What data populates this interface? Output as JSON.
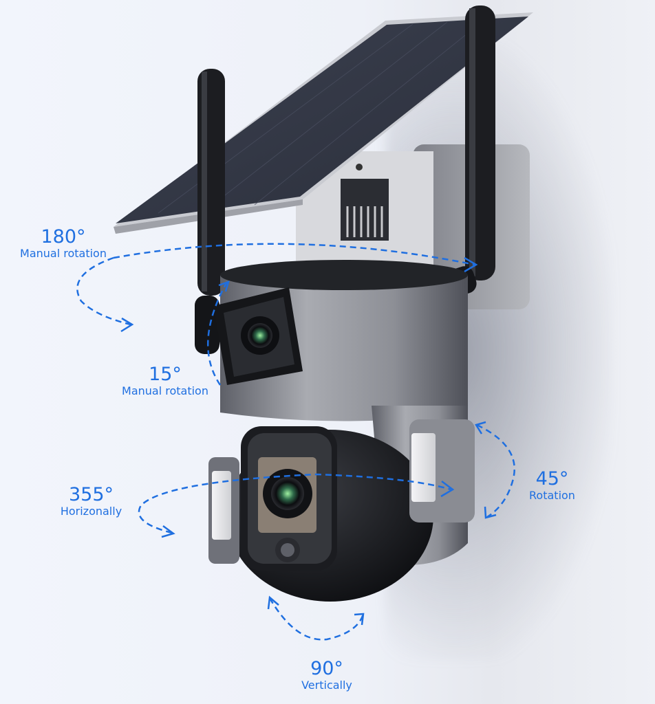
{
  "image": {
    "subject": "Solar-powered dual-lens PTZ security camera mounted on wall",
    "accent_color": "#1f6fe0",
    "background_color": "#f1f5fc"
  },
  "annotations": [
    {
      "id": "antenna-rotation",
      "degrees": "180°",
      "description": "Manual rotation"
    },
    {
      "id": "upper-lens-tilt",
      "degrees": "15°",
      "description": "Manual rotation"
    },
    {
      "id": "pan",
      "degrees": "355°",
      "description": "Horizonally"
    },
    {
      "id": "light-rotation",
      "degrees": "45°",
      "description": "Rotation"
    },
    {
      "id": "tilt",
      "degrees": "90°",
      "description": "Vertically"
    }
  ]
}
